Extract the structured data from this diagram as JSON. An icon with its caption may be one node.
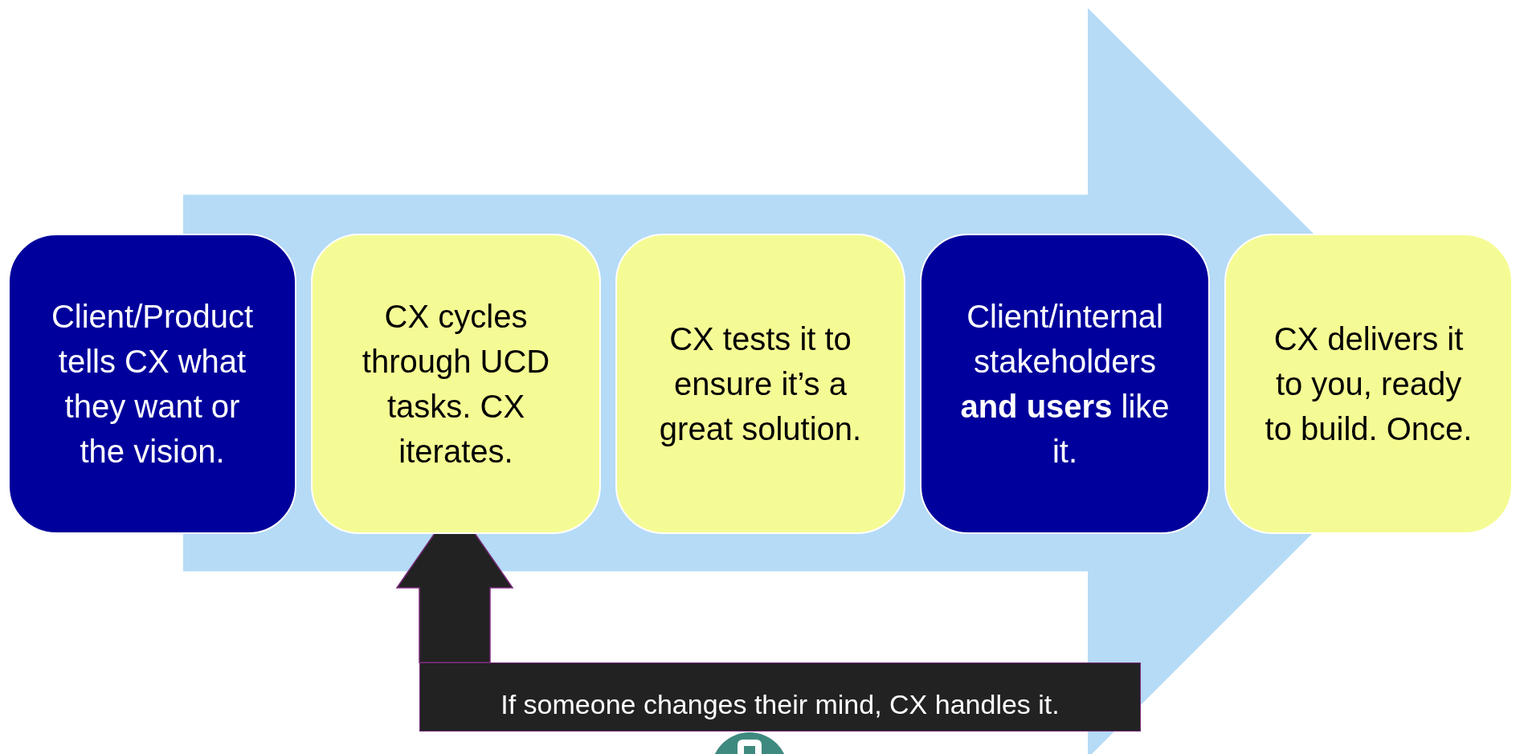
{
  "diagram": {
    "nodes": [
      {
        "text": [
          "Client/Product tells CX what they want or the vision."
        ]
      },
      {
        "text": [
          "CX cycles through UCD tasks. CX iterates."
        ]
      },
      {
        "text": [
          "CX tests it to ensure it’s a great solution."
        ]
      },
      {
        "text": [
          "Client/internal stakeholders **and users** like it."
        ]
      },
      {
        "text": [
          "CX delivers it to you, ready to build. Once."
        ]
      },
      {
        "text": [
          "If someone changes their mind, CX handles it."
        ]
      }
    ],
    "edges": [
      {
        "from": 0,
        "to": 4,
        "arrow": "to"
      },
      {
        "from": 5,
        "to": 1,
        "arrow": "to"
      }
    ]
  }
}
